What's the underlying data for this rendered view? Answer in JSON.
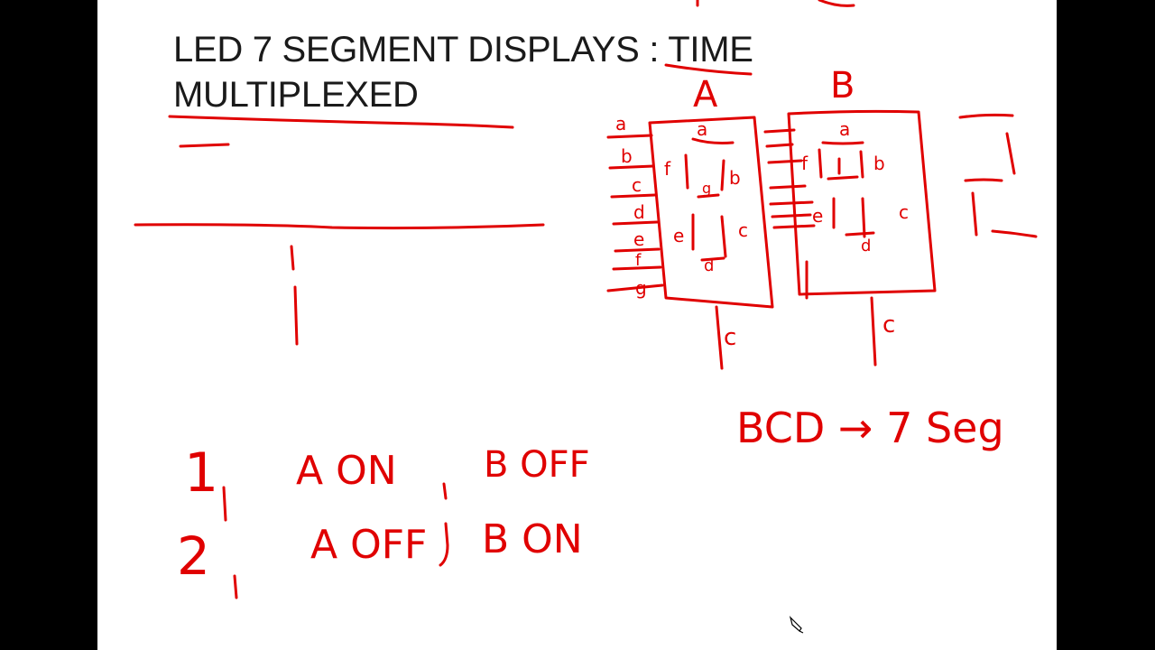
{
  "slide": {
    "title_line1": "LED 7 SEGMENT DISPLAYS : TIME",
    "title_line2": "MULTIPLEXED"
  },
  "annotations": {
    "ink_color": "#e00000",
    "display_a_label": "A",
    "display_b_label": "B",
    "segment_a": "a",
    "segment_b": "b",
    "segment_c": "c",
    "segment_d": "d",
    "segment_e": "e",
    "segment_f": "f",
    "segment_g": "g",
    "common_a": "c",
    "common_b": "c",
    "digit_one": "1",
    "digit_two": "2",
    "step1_a": "A ON",
    "step1_b": "B OFF",
    "step2_a": "A OFF",
    "step2_b": "B ON",
    "converter": "BCD → 7 Seg"
  },
  "icons": {
    "cursor": "pen-cursor-icon"
  }
}
